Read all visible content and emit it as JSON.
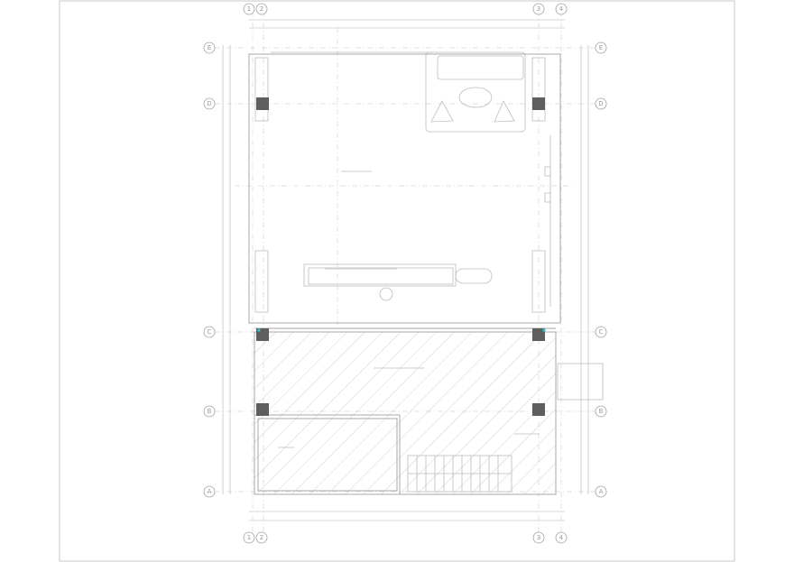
{
  "drawing": {
    "axis_top": [
      "1",
      "2",
      "3",
      "4"
    ],
    "axis_bottom": [
      "1",
      "2",
      "3",
      "4"
    ],
    "axis_left": [
      "E",
      "D",
      "C",
      "B",
      "A"
    ],
    "axis_right": [
      "E",
      "D",
      "C",
      "B",
      "A"
    ]
  },
  "colors": {
    "line": "#a8a8a8",
    "column": "#5e5e5e",
    "hatch": "#b8b8b8",
    "cyan_marker": "#28c8d8"
  }
}
